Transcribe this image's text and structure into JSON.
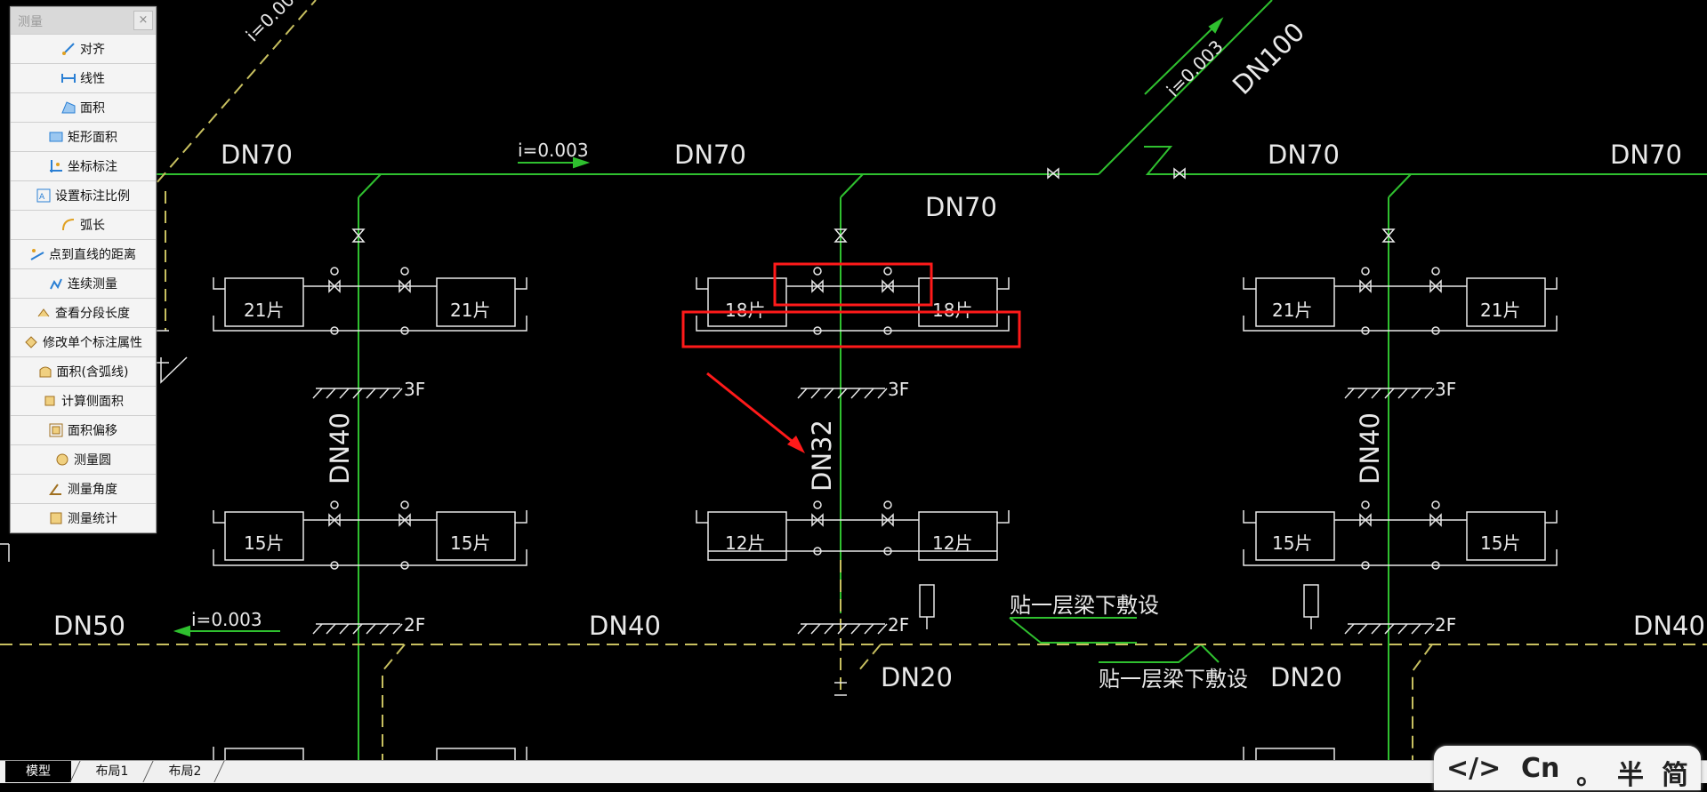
{
  "palette": {
    "title": "测量",
    "close_glyph": "×",
    "items": [
      {
        "label": "对齐",
        "icon": "align-icon"
      },
      {
        "label": "线性",
        "icon": "linear-dimension-icon"
      },
      {
        "label": "面积",
        "icon": "area-icon"
      },
      {
        "label": "矩形面积",
        "icon": "rect-area-icon"
      },
      {
        "label": "坐标标注",
        "icon": "coordinate-icon"
      },
      {
        "label": "设置标注比例",
        "icon": "scale-icon"
      },
      {
        "label": "弧长",
        "icon": "arc-length-icon"
      },
      {
        "label": "点到直线的距离",
        "icon": "point-line-distance-icon"
      },
      {
        "label": "连续测量",
        "icon": "continuous-measure-icon"
      },
      {
        "label": "查看分段长度",
        "icon": "segment-length-icon"
      },
      {
        "label": "修改单个标注属性",
        "icon": "edit-dimension-icon"
      },
      {
        "label": "面积(含弧线)",
        "icon": "arc-area-icon"
      },
      {
        "label": "计算侧面积",
        "icon": "side-area-icon"
      },
      {
        "label": "面积偏移",
        "icon": "area-offset-icon"
      },
      {
        "label": "测量圆",
        "icon": "circle-measure-icon"
      },
      {
        "label": "测量角度",
        "icon": "angle-icon"
      },
      {
        "label": "测量统计",
        "icon": "statistics-icon"
      }
    ]
  },
  "drawing": {
    "pipe_labels": {
      "dn70_a": "DN70",
      "dn70_b": "DN70",
      "dn70_c": "DN70",
      "dn70_d": "DN70",
      "dn70_e": "DN70",
      "dn100": "DN100",
      "slope_top": "i=0.003",
      "slope_diag": "i=0.003",
      "slope_partial": "i=0.00",
      "dn40_left": "DN40",
      "dn32_mid": "DN32",
      "dn40_right": "DN40",
      "dn50": "DN50",
      "slope_bottom": "i=0.003",
      "dn40_bottom_mid": "DN40",
      "dn40_bottom_right": "DN40",
      "dn20_mid": "DN20",
      "dn20_right": "DN20"
    },
    "floor_labels": {
      "f3": "3F",
      "f2": "2F"
    },
    "radiators": {
      "left_3f": "21片",
      "mid_3f": "18片",
      "right_3f": "21片",
      "left_2f": "15片",
      "mid_2f": "12片",
      "right_2f": "15片"
    },
    "notes": {
      "under_beam_a": "贴一层梁下敷设",
      "under_beam_b": "贴一层梁下敷设"
    }
  },
  "tabs": [
    {
      "label": "模型",
      "active": true
    },
    {
      "label": "布局1",
      "active": false
    },
    {
      "label": "布局2",
      "active": false
    }
  ],
  "ime": {
    "code": "</>",
    "lang": "Cn",
    "punct": "。",
    "width": "半",
    "script": "简"
  },
  "colors": {
    "background": "#000000",
    "pipe_green": "#2fc02f",
    "return_yellow": "#c8c060",
    "highlight_red": "#ff1a1a",
    "linework": "#e8e8e8"
  }
}
